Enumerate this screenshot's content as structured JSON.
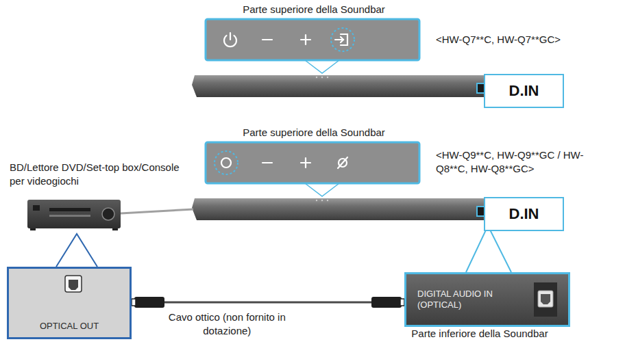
{
  "diagram": {
    "nodes": [
      {
        "text": [
          "D.IN"
        ]
      },
      {
        "text": [
          "D.IN"
        ]
      },
      {
        "text": [
          "OPTICAL OUT"
        ]
      },
      {
        "text": [
          "DIGITAL AUDIO IN (OPTICAL)"
        ]
      }
    ],
    "edges": [
      {
        "from": 2,
        "to": 3,
        "arrow": "none",
        "label": "Cavo ottico (non fornito in dotazione)"
      }
    ],
    "labels": [
      "Parte superiore della Soundbar",
      "<HW-Q7**C, HW-Q7**GC>",
      "Parte superiore della Soundbar",
      "<HW-Q9**C, HW-Q9**GC / HW-Q8**C, HW-Q8**GC>",
      "BD/Lettore DVD/Set-top box/Console per videogiochi",
      "Parte inferiore della Soundbar"
    ]
  }
}
